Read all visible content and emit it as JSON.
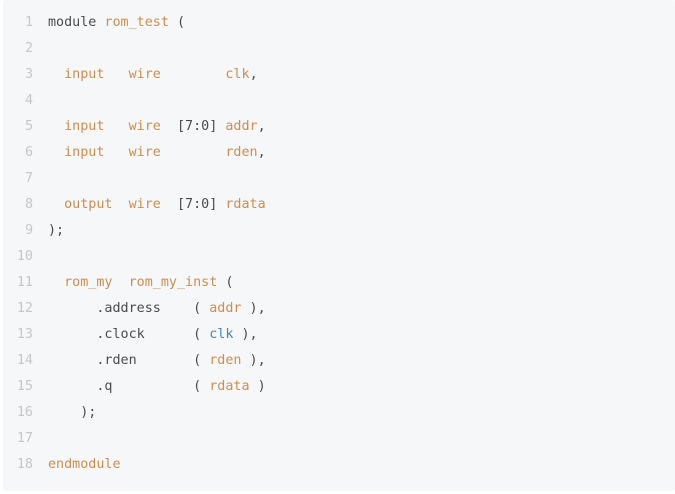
{
  "code": {
    "lines": [
      {
        "num": "1",
        "segments": [
          {
            "t": "module ",
            "c": "dark"
          },
          {
            "t": "rom_test",
            "c": "orange"
          },
          {
            "t": " (",
            "c": "dark"
          }
        ]
      },
      {
        "num": "2",
        "segments": []
      },
      {
        "num": "3",
        "segments": [
          {
            "t": "  input   wire        ",
            "c": "orange"
          },
          {
            "t": "clk",
            "c": "orange"
          },
          {
            "t": ",",
            "c": "dark"
          }
        ]
      },
      {
        "num": "4",
        "segments": []
      },
      {
        "num": "5",
        "segments": [
          {
            "t": "  input   wire  ",
            "c": "orange"
          },
          {
            "t": "[7:0] ",
            "c": "dark"
          },
          {
            "t": "addr",
            "c": "orange"
          },
          {
            "t": ",",
            "c": "dark"
          }
        ]
      },
      {
        "num": "6",
        "segments": [
          {
            "t": "  input   wire        ",
            "c": "orange"
          },
          {
            "t": "rden",
            "c": "orange"
          },
          {
            "t": ",",
            "c": "dark"
          }
        ]
      },
      {
        "num": "7",
        "segments": []
      },
      {
        "num": "8",
        "segments": [
          {
            "t": "  output  wire  ",
            "c": "orange"
          },
          {
            "t": "[7:0] ",
            "c": "dark"
          },
          {
            "t": "rdata",
            "c": "orange"
          }
        ]
      },
      {
        "num": "9",
        "segments": [
          {
            "t": ");",
            "c": "dark"
          }
        ]
      },
      {
        "num": "10",
        "segments": []
      },
      {
        "num": "11",
        "segments": [
          {
            "t": "  rom_my  rom_my_inst",
            "c": "orange"
          },
          {
            "t": " (",
            "c": "dark"
          }
        ]
      },
      {
        "num": "12",
        "segments": [
          {
            "t": "      .address    ( ",
            "c": "dark"
          },
          {
            "t": "addr",
            "c": "orange"
          },
          {
            "t": " ),",
            "c": "dark"
          }
        ]
      },
      {
        "num": "13",
        "segments": [
          {
            "t": "      .clock      ( ",
            "c": "dark"
          },
          {
            "t": "clk",
            "c": "blue"
          },
          {
            "t": " ),",
            "c": "dark"
          }
        ]
      },
      {
        "num": "14",
        "segments": [
          {
            "t": "      .rden       ( ",
            "c": "dark"
          },
          {
            "t": "rden",
            "c": "orange"
          },
          {
            "t": " ),",
            "c": "dark"
          }
        ]
      },
      {
        "num": "15",
        "segments": [
          {
            "t": "      .q          ( ",
            "c": "dark"
          },
          {
            "t": "rdata",
            "c": "orange"
          },
          {
            "t": " )",
            "c": "dark"
          }
        ]
      },
      {
        "num": "16",
        "segments": [
          {
            "t": "    );",
            "c": "dark"
          }
        ]
      },
      {
        "num": "17",
        "segments": []
      },
      {
        "num": "18",
        "segments": [
          {
            "t": "endmodule",
            "c": "orange"
          }
        ]
      }
    ]
  },
  "colors": {
    "background": "#f6f7f8",
    "line_number": "#c6c6c6",
    "text": "#4b4b4b",
    "identifier": "#c98e52",
    "port": "#4a86b5"
  }
}
